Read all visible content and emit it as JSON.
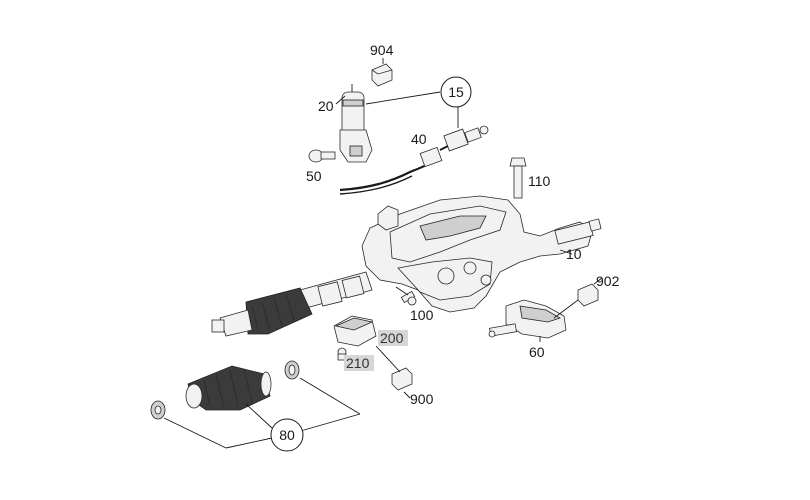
{
  "callouts": {
    "c904": "904",
    "c20": "20",
    "c15": "15",
    "c40": "40",
    "c50": "50",
    "c110": "110",
    "c10": "10",
    "c902": "902",
    "c100": "100",
    "c200": "200",
    "c210": "210",
    "c60": "60",
    "c900": "900",
    "c80": "80"
  }
}
